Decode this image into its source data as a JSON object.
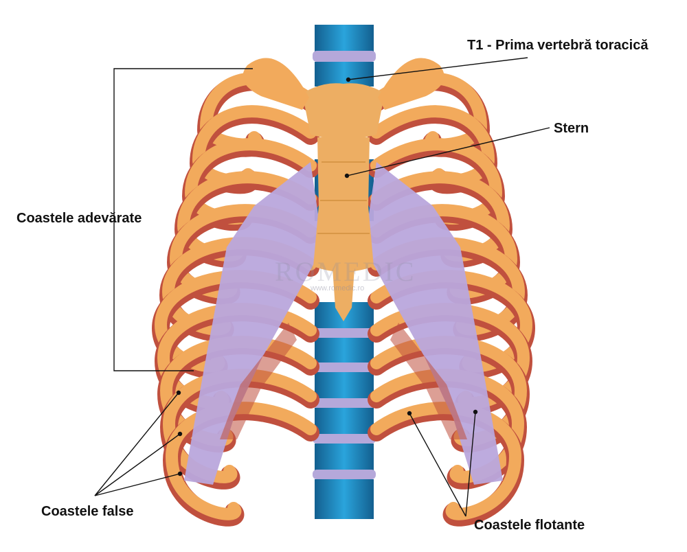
{
  "labels": {
    "t1": "T1 - Prima vertebră toracică",
    "stern": "Stern",
    "coastele_adevarate": "Coastele adevărate",
    "coastele_false": "Coastele false",
    "coastele_flotante": "Coastele flotante"
  },
  "watermark": {
    "brand": "ROMEDIC",
    "url": "www.romedic.ro"
  },
  "colors": {
    "rib_bone": "#F2AA5C",
    "rib_inner": "#C0503E",
    "cartilage": "#B9A6DC",
    "vertebra_body": "#1F8FCB",
    "vertebra_disc": "#B5A8DA",
    "sternum": "#EDAE63",
    "leader_line": "#111111"
  }
}
